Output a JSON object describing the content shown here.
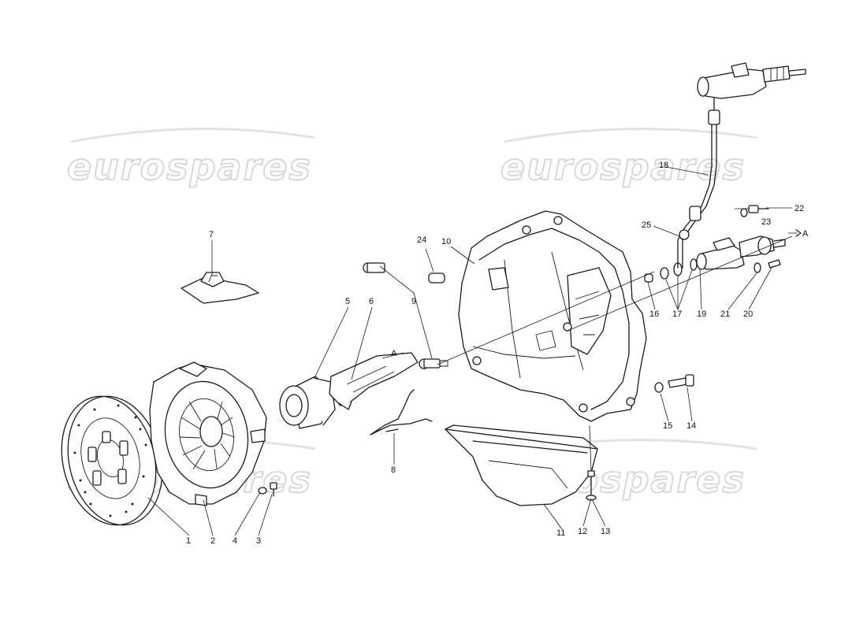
{
  "watermark": {
    "text": "eurospares"
  },
  "labels": {
    "l1": "1",
    "l2": "2",
    "l3": "3",
    "l4": "4",
    "l5": "5",
    "l6": "6",
    "l7": "7",
    "l8": "8",
    "l9": "9",
    "l10": "10",
    "l11": "11",
    "l12": "12",
    "l13": "13",
    "l14": "14",
    "l15": "15",
    "l16": "16",
    "l17": "17",
    "l18": "18",
    "l19": "19",
    "l20": "20",
    "l21": "21",
    "l22": "22",
    "l23": "23",
    "l24": "24",
    "l25": "25",
    "refA1": "A",
    "refA2": "A"
  }
}
